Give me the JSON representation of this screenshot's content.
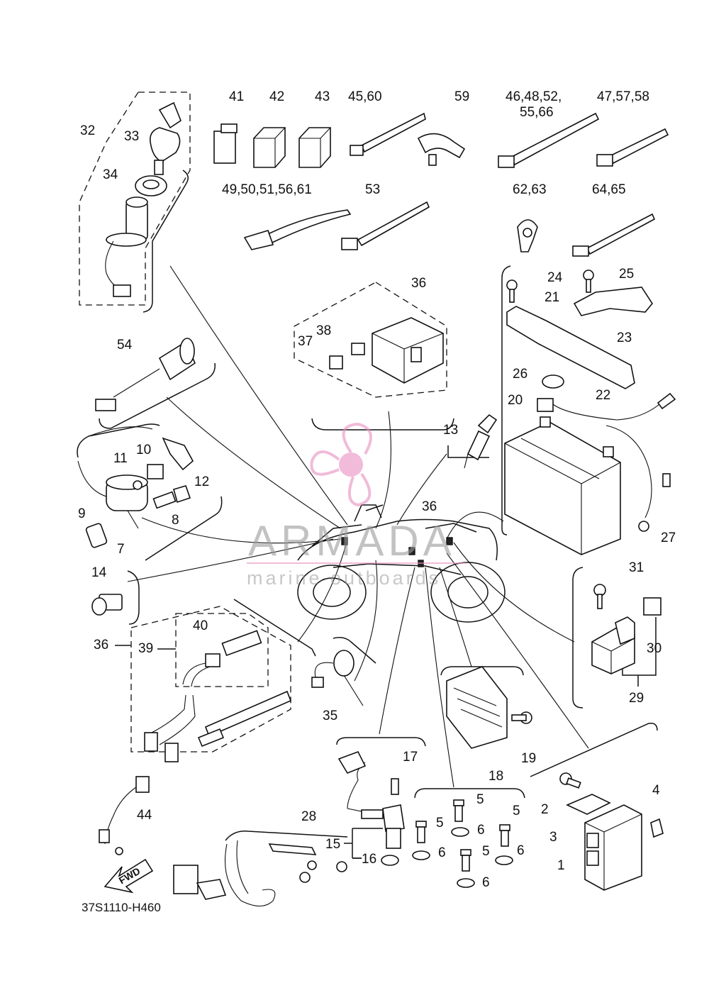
{
  "colors": {
    "line": "#111111",
    "watermark_pink": "#e88fc0",
    "watermark_gray": "#9a9a9a",
    "background": "#ffffff"
  },
  "watermark": {
    "brand": "ARMADA",
    "tagline": "marine outboards"
  },
  "footer": {
    "diagram_code": "37S1110-H460"
  },
  "fwd_arrow": {
    "label": "FWD"
  },
  "callouts": {
    "c1": "1",
    "c2": "2",
    "c3": "3",
    "c4": "4",
    "c5a": "5",
    "c5b": "5",
    "c5c": "5",
    "c5d": "5",
    "c6a": "6",
    "c6b": "6",
    "c6c": "6",
    "c6d": "6",
    "c7": "7",
    "c8": "8",
    "c9": "9",
    "c10": "10",
    "c11": "11",
    "c12": "12",
    "c13": "13",
    "c14": "14",
    "c15": "15",
    "c16": "16",
    "c17": "17",
    "c18": "18",
    "c19": "19",
    "c20": "20",
    "c21": "21",
    "c22": "22",
    "c23": "23",
    "c24": "24",
    "c25": "25",
    "c26": "26",
    "c27": "27",
    "c28": "28",
    "c29": "29",
    "c30": "30",
    "c31": "31",
    "c32": "32",
    "c33": "33",
    "c34": "34",
    "c35": "35",
    "c36a": "36",
    "c36b": "36",
    "c36c": "36",
    "c37": "37",
    "c38": "38",
    "c39": "39",
    "c40": "40",
    "c41": "41",
    "c42": "42",
    "c43": "43",
    "c44": "44",
    "c45_60": "45,60",
    "c46_48_52": "46,48,52,",
    "c55_66": "55,66",
    "c47_57_58": "47,57,58",
    "c49_50_51_56_61": "49,50,51,56,61",
    "c53": "53",
    "c54": "54",
    "c59": "59",
    "c62_63": "62,63",
    "c64_65": "64,65"
  }
}
